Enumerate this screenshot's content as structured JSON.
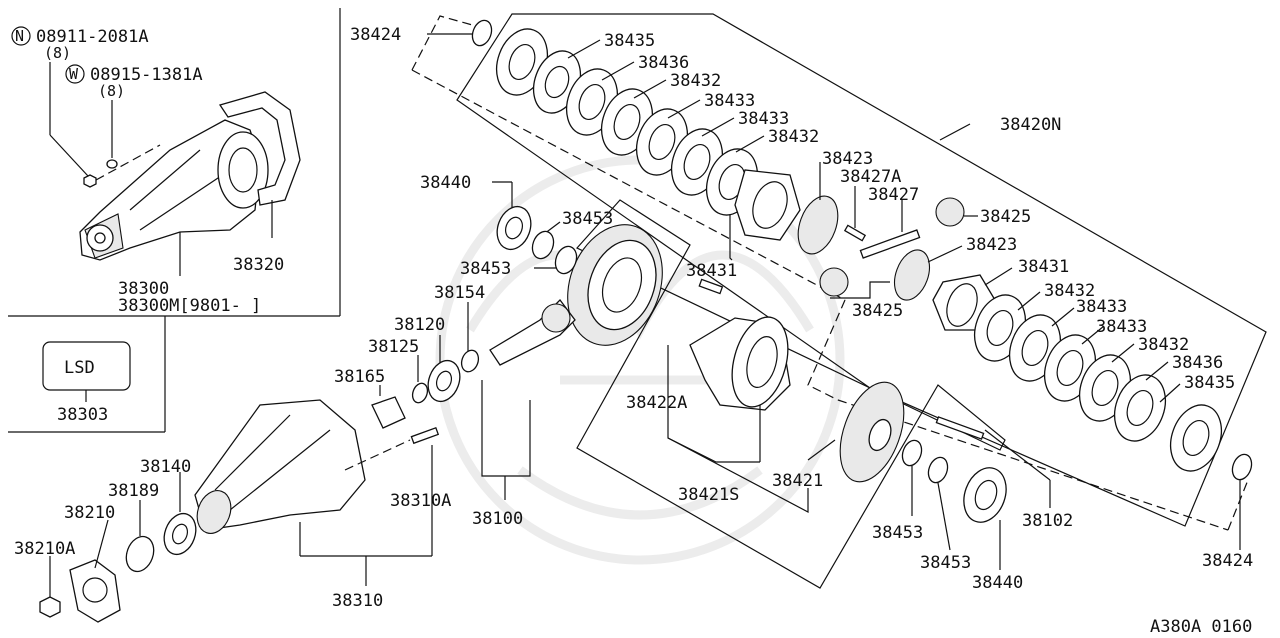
{
  "diagram": {
    "code": "A380A 0160",
    "lsd": "LSD",
    "inset": {
      "nut_symbol": "N",
      "nut_part": "08911-2081A",
      "nut_qty": "(8)",
      "washer_symbol": "W",
      "washer_part": "08915-1381A",
      "washer_qty": "(8)",
      "gasket": "38320",
      "carrier": "38300",
      "carrier_alt": "38300M[9801-      ]",
      "lsd_part": "38303"
    },
    "parts": {
      "p38424_top": "38424",
      "p38435_top": "38435",
      "p38436_top": "38436",
      "p38432_top": "38432",
      "p38433_a": "38433",
      "p38433_b": "38433",
      "p38432_b": "38432",
      "p38420N": "38420N",
      "p38423_top": "38423",
      "p38427A": "38427A",
      "p38427": "38427",
      "p38425_top": "38425",
      "p38423_b": "38423",
      "p38431_top": "38431",
      "p38431_b": "38431",
      "p38432_c": "38432",
      "p38433_c": "38433",
      "p38433_d": "38433",
      "p38432_d": "38432",
      "p38436_b": "38436",
      "p38435_b": "38435",
      "p38425_b": "38425",
      "p38440_top": "38440",
      "p38453_a": "38453",
      "p38453_b": "38453",
      "p38154": "38154",
      "p38120": "38120",
      "p38125": "38125",
      "p38165": "38165",
      "p38422A": "38422A",
      "p38421S": "38421S",
      "p38421": "38421",
      "p38100": "38100",
      "p38310A": "38310A",
      "p38310": "38310",
      "p38140": "38140",
      "p38189": "38189",
      "p38210": "38210",
      "p38210A": "38210A",
      "p38453_c": "38453",
      "p38453_d": "38453",
      "p38440_b": "38440",
      "p38102": "38102",
      "p38424_b": "38424"
    }
  }
}
